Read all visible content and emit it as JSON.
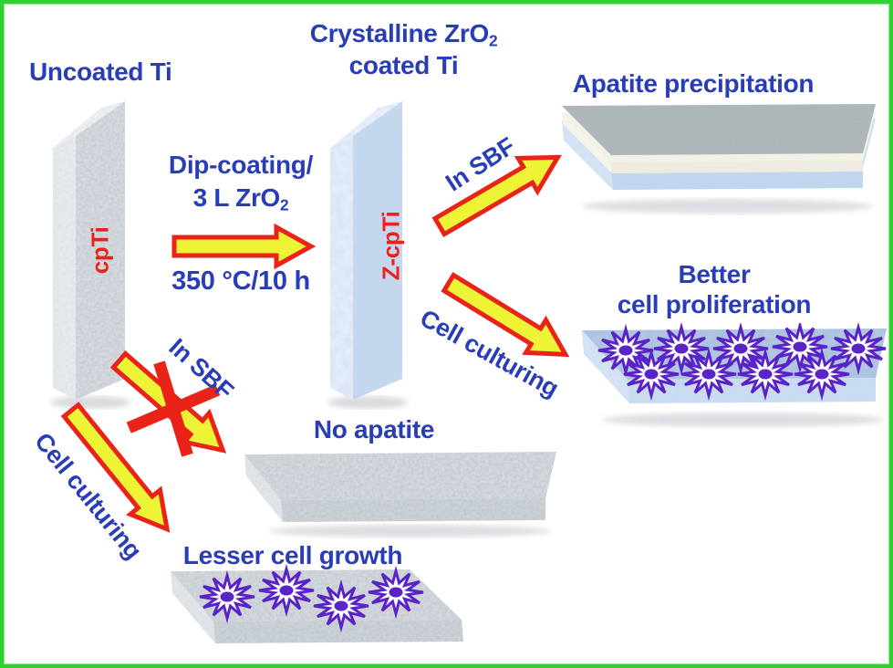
{
  "figure": {
    "background": "#ffffff",
    "border_color": "#2fd02f"
  },
  "colors": {
    "label_blue": "#2a3db8",
    "label_red": "#ee2019",
    "arrow_fill": "#edf335",
    "arrow_outline": "#ea2318",
    "cross_red": "#ea2318",
    "cell_purple": "#5a23c8",
    "titanium_gray": "#d7dbdf",
    "zirconia_blue": "#c3d9ed",
    "apatite_gray": "#a9b4b6"
  },
  "labels": {
    "uncoated_ti": "Uncoated Ti",
    "crystalline_line1_main": "Crystalline ZrO",
    "crystalline_line1_sub": "2",
    "crystalline_line2": "coated Ti",
    "dip_coating": "Dip-coating/",
    "zro2_layers_main": "3 L ZrO",
    "zro2_layers_sub": "2",
    "temperature": "350 °C/10 h",
    "cpti": "cpTi",
    "zcpti": "Z-cpTi",
    "in_sbf_top": "In SBF",
    "in_sbf_bottom": "In SBF",
    "cell_culturing_right": "Cell culturing",
    "cell_culturing_left": "Cell culturing",
    "apatite_precipitation": "Apatite precipitation",
    "better_line1": "Better",
    "better_line2": "cell proliferation",
    "no_apatite": "No apatite",
    "lesser_cell_growth": "Lesser cell growth"
  },
  "cells": {
    "better_cell_count": 9,
    "lesser_cell_count": 4
  }
}
